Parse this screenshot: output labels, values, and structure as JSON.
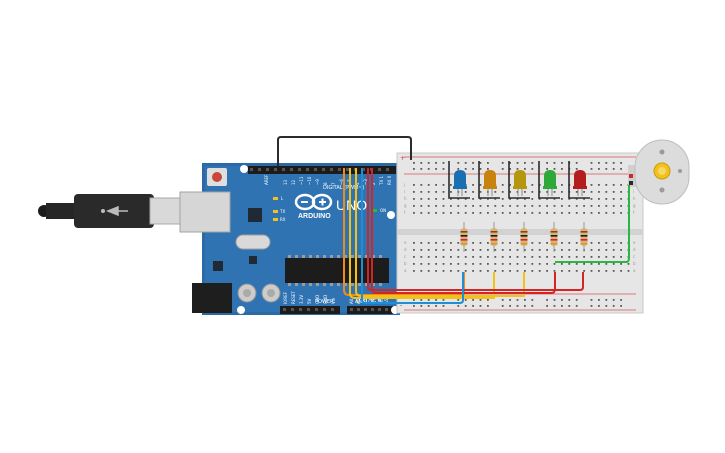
{
  "board": {
    "logo_text": "ARDUINO",
    "model": "UNO",
    "header_label": "DIGITAL (PWM~)",
    "power_label": "POWER",
    "analog_label": "ANALOG IN",
    "on_label": "ON",
    "tx_label": "TX",
    "rx_label": "RX",
    "l_label": "L",
    "aref_label": "AREF",
    "digital_pins": [
      "13",
      "12",
      "~11",
      "~10",
      "~9",
      "8",
      "7",
      "~6",
      "~5",
      "4",
      "~3",
      "2",
      "TX 1",
      "RX 0"
    ],
    "power_pins": [
      "IOREF",
      "RESET",
      "3.3V",
      "5V",
      "GND",
      "GND",
      "Vin"
    ],
    "analog_pins": [
      "A0",
      "A1",
      "A2",
      "A3",
      "A4",
      "A5"
    ]
  },
  "breadboard": {
    "row_letters_top": [
      "j",
      "i",
      "h",
      "g",
      "f"
    ],
    "row_letters_bottom": [
      "e",
      "d",
      "c",
      "b",
      "a"
    ],
    "rail_plus": "+",
    "rail_minus": "-"
  },
  "leds": [
    {
      "color": "#1a6fb0"
    },
    {
      "color": "#c8820e"
    },
    {
      "color": "#b5960f"
    },
    {
      "color": "#2fa83a"
    },
    {
      "color": "#b41d1d"
    }
  ],
  "wire_colors": {
    "black": "#2b2b2b",
    "red": "#d42525",
    "yellow": "#f2c21b",
    "orange": "#ef8a1c",
    "blue": "#1e8fd6",
    "green": "#2bb541"
  }
}
